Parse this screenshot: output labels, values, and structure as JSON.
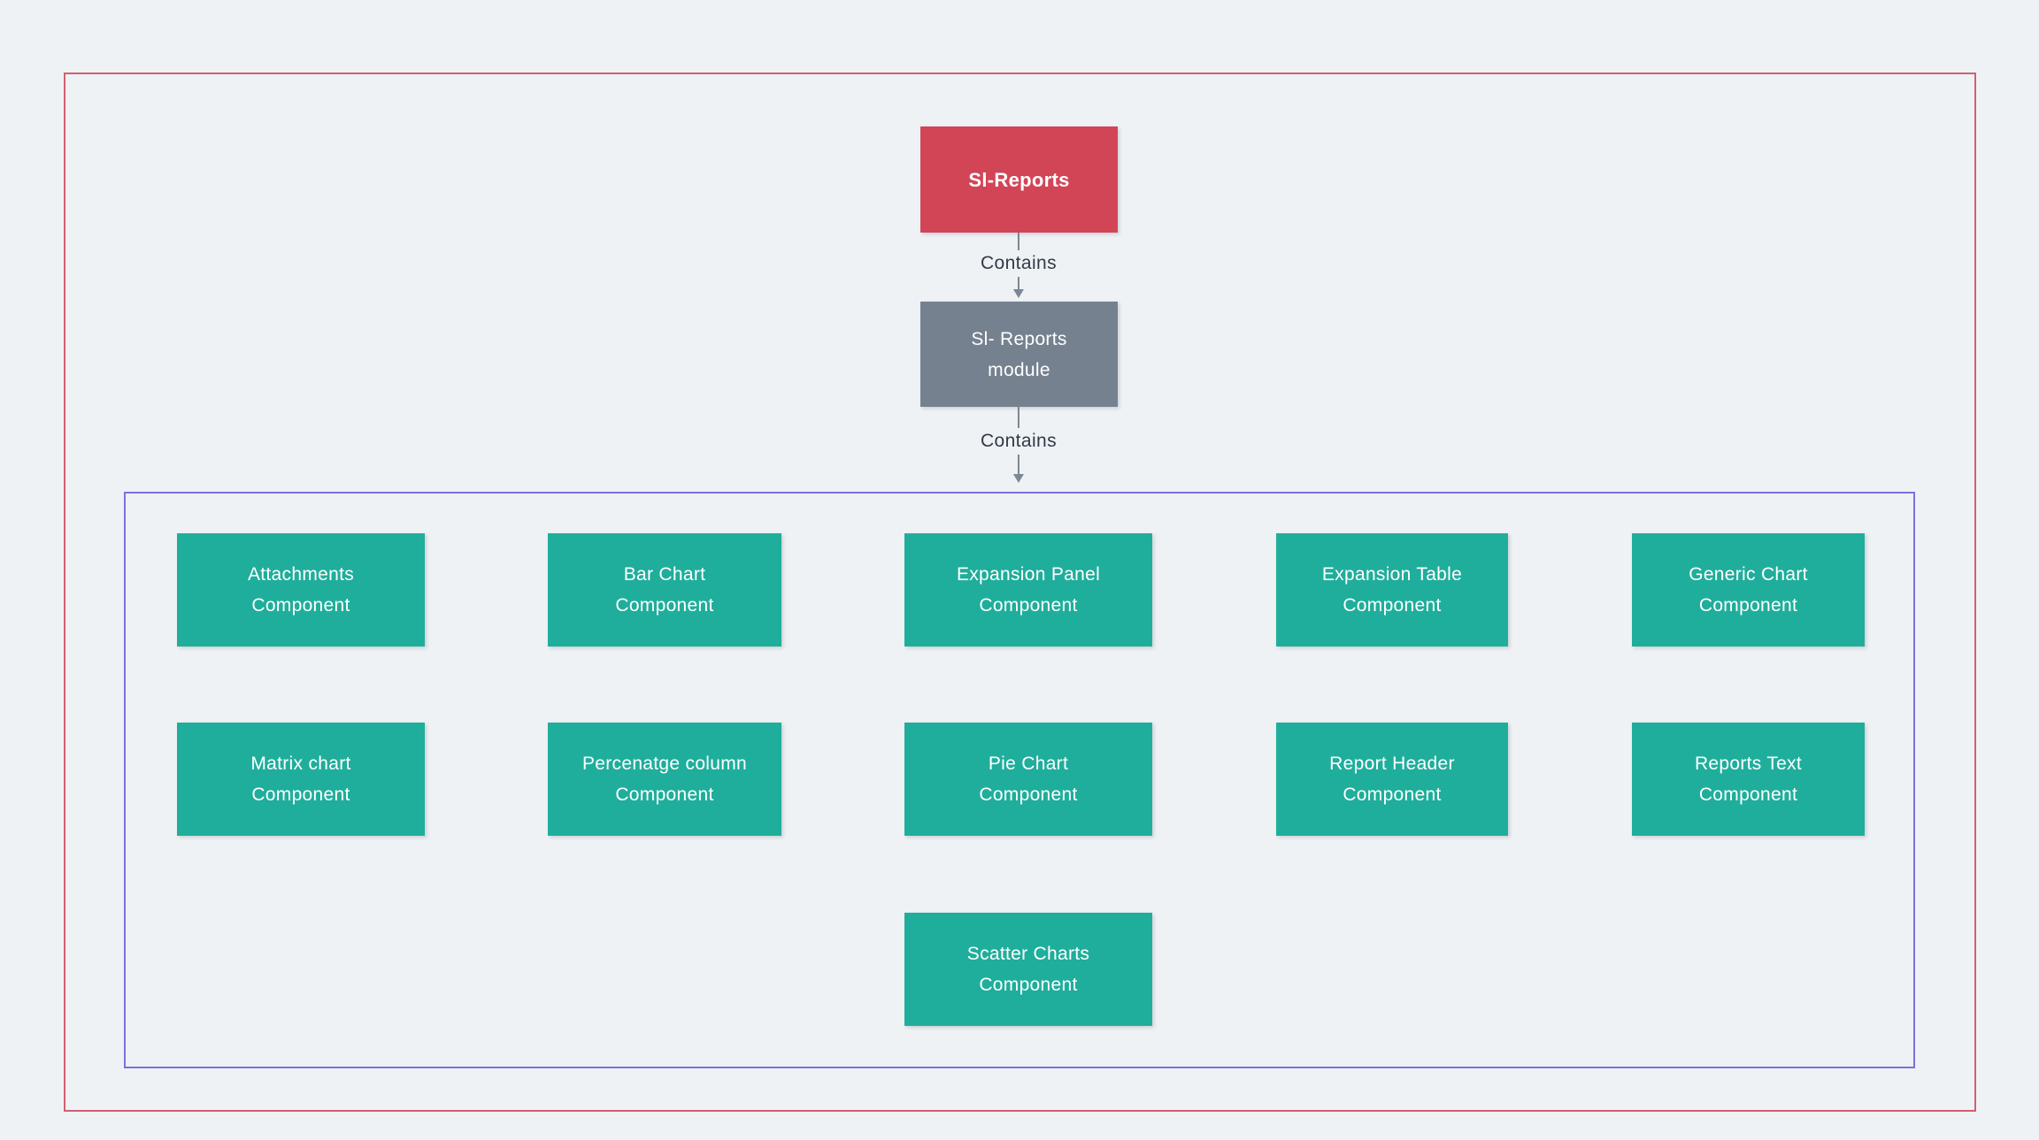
{
  "diagram": {
    "root": {
      "label": "Sl-Reports"
    },
    "module": {
      "label": "Sl- Reports\nmodule"
    },
    "edges": [
      {
        "label": "Contains"
      },
      {
        "label": "Contains"
      }
    ],
    "components": [
      {
        "label": "Attachments\nComponent"
      },
      {
        "label": "Bar Chart\nComponent"
      },
      {
        "label": "Expansion Panel\nComponent"
      },
      {
        "label": "Expansion Table\nComponent"
      },
      {
        "label": "Generic Chart\nComponent"
      },
      {
        "label": "Matrix chart\nComponent"
      },
      {
        "label": "Percenatge column\nComponent"
      },
      {
        "label": "Pie Chart\nComponent"
      },
      {
        "label": "Report Header\nComponent"
      },
      {
        "label": "Reports Text\nComponent"
      },
      {
        "label": "Scatter Charts\nComponent"
      }
    ]
  },
  "colors": {
    "background": "#EFF2F5",
    "outer_border": "#D25F71",
    "inner_border": "#7D6FE0",
    "root_bg": "#D24557",
    "module_bg": "#75818F",
    "component_bg": "#1FAE9C",
    "node_text": "#FFFFFF",
    "arrow": "#7A8794",
    "edge_label": "#2F3B47"
  }
}
